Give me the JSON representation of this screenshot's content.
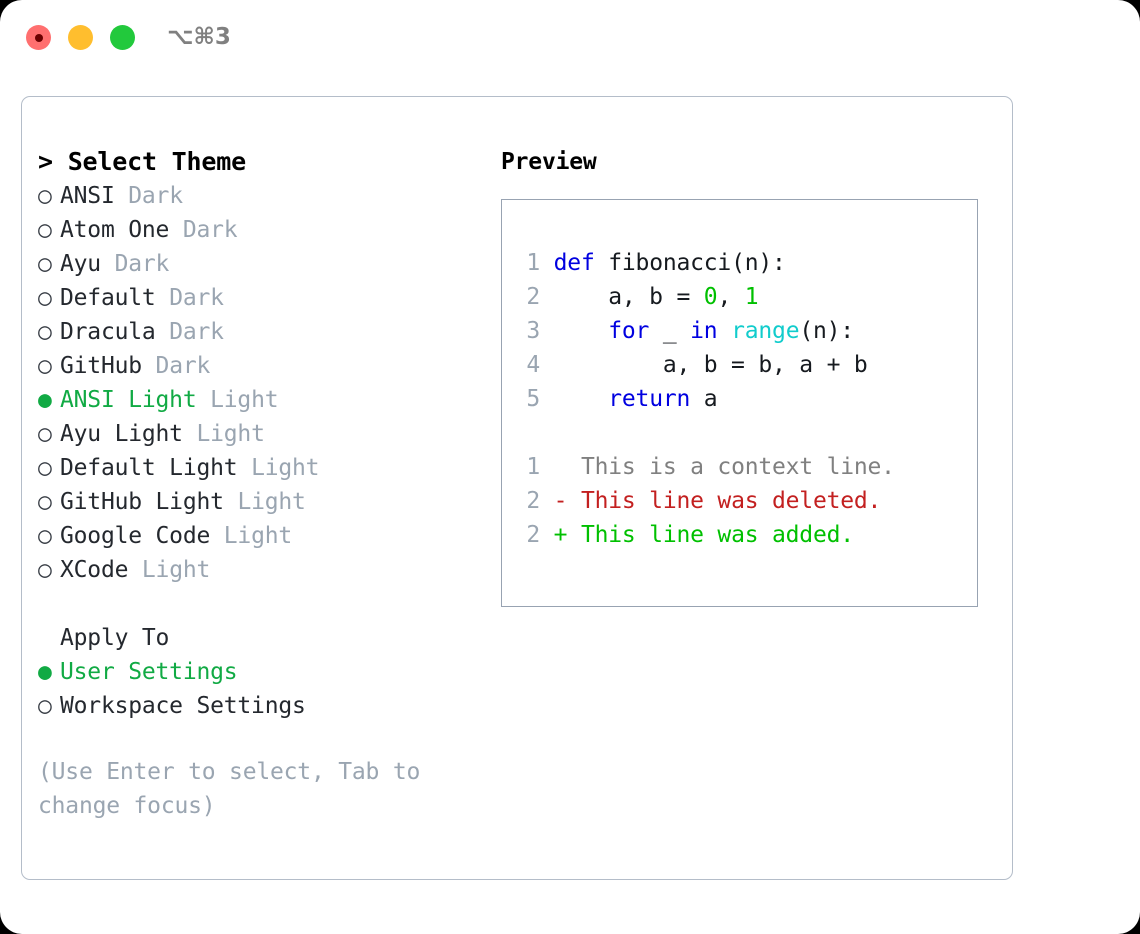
{
  "window": {
    "shortcut_label": "⌥⌘3",
    "traffic_lights": [
      {
        "name": "close",
        "color": "#ff6f6f"
      },
      {
        "name": "minimize",
        "color": "#ffbe2e"
      },
      {
        "name": "maximize",
        "color": "#22c93c"
      }
    ]
  },
  "theme_list": {
    "header": "> Select Theme",
    "items": [
      {
        "marker": "○",
        "name": "ANSI",
        "variant": "Dark",
        "selected": false
      },
      {
        "marker": "○",
        "name": "Atom One",
        "variant": "Dark",
        "selected": false
      },
      {
        "marker": "○",
        "name": "Ayu",
        "variant": "Dark",
        "selected": false
      },
      {
        "marker": "○",
        "name": "Default",
        "variant": "Dark",
        "selected": false
      },
      {
        "marker": "○",
        "name": "Dracula",
        "variant": "Dark",
        "selected": false
      },
      {
        "marker": "○",
        "name": "GitHub",
        "variant": "Dark",
        "selected": false
      },
      {
        "marker": "●",
        "name": "ANSI Light",
        "variant": "Light",
        "selected": true
      },
      {
        "marker": "○",
        "name": "Ayu Light",
        "variant": "Light",
        "selected": false
      },
      {
        "marker": "○",
        "name": "Default Light",
        "variant": "Light",
        "selected": false
      },
      {
        "marker": "○",
        "name": "GitHub Light",
        "variant": "Light",
        "selected": false
      },
      {
        "marker": "○",
        "name": "Google Code",
        "variant": "Light",
        "selected": false
      },
      {
        "marker": "○",
        "name": "XCode",
        "variant": "Light",
        "selected": false
      }
    ]
  },
  "apply_to": {
    "header": "Apply To",
    "items": [
      {
        "marker": "●",
        "name": "User Settings",
        "selected": true
      },
      {
        "marker": "○",
        "name": "Workspace Settings",
        "selected": false
      }
    ]
  },
  "hint": "(Use Enter to select, Tab to change focus)",
  "preview": {
    "title": "Preview",
    "code_lines": [
      {
        "num": "1",
        "tokens": [
          {
            "t": " ",
            "c": "plain"
          },
          {
            "t": "def",
            "c": "kw"
          },
          {
            "t": " fibonacci(n):",
            "c": "plain"
          }
        ]
      },
      {
        "num": "2",
        "tokens": [
          {
            "t": "     a, b = ",
            "c": "plain"
          },
          {
            "t": "0",
            "c": "num"
          },
          {
            "t": ", ",
            "c": "plain"
          },
          {
            "t": "1",
            "c": "num"
          }
        ]
      },
      {
        "num": "3",
        "tokens": [
          {
            "t": "     ",
            "c": "plain"
          },
          {
            "t": "for",
            "c": "kw"
          },
          {
            "t": " _ ",
            "c": "plain"
          },
          {
            "t": "in",
            "c": "kw"
          },
          {
            "t": " ",
            "c": "plain"
          },
          {
            "t": "range",
            "c": "fn"
          },
          {
            "t": "(n):",
            "c": "plain"
          }
        ]
      },
      {
        "num": "4",
        "tokens": [
          {
            "t": "         a, b = b, a + b",
            "c": "plain"
          }
        ]
      },
      {
        "num": "5",
        "tokens": [
          {
            "t": "     ",
            "c": "plain"
          },
          {
            "t": "return",
            "c": "kw"
          },
          {
            "t": " a",
            "c": "plain"
          }
        ]
      }
    ],
    "diff_lines": [
      {
        "num": "1",
        "prefix": "  ",
        "text": " This is a context line.",
        "kind": "ctx"
      },
      {
        "num": "2",
        "prefix": " -",
        "text": " This line was deleted.",
        "kind": "del"
      },
      {
        "num": "2",
        "prefix": " +",
        "text": " This line was added.",
        "kind": "add"
      }
    ]
  },
  "colors": {
    "accent_green": "#11aa44",
    "muted_gray": "#9aa5b1",
    "keyword_blue": "#0000e0",
    "function_cyan": "#11cccc",
    "number_green": "#00c000",
    "diff_delete_red": "#c32020",
    "diff_add_green": "#00c000",
    "border_gray": "#b4bdc9"
  }
}
